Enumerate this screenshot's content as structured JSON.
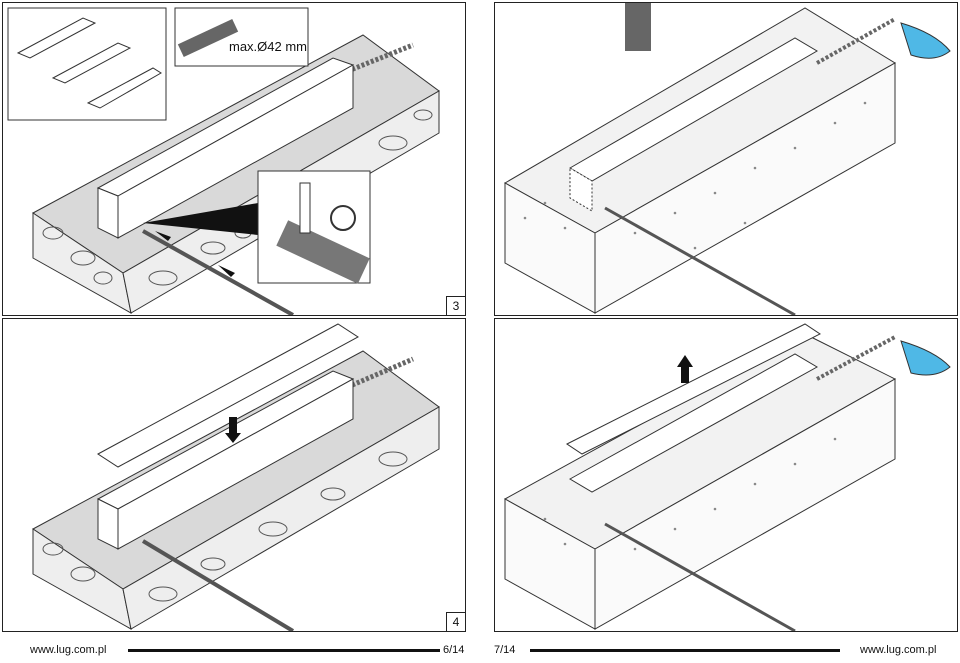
{
  "callout": {
    "text": "max.Ø42 mm"
  },
  "steps": [
    {
      "number": "3"
    },
    {
      "number": "4"
    }
  ],
  "footer_left": {
    "url": "www.lug.com.pl",
    "page": "6/14"
  },
  "footer_right": {
    "page": "7/14",
    "url": "www.lug.com.pl"
  },
  "colors": {
    "water": "#4fb8e6",
    "concrete": "#d6d6d6",
    "frame": "#222222"
  },
  "icons": [
    "arrow-up-icon",
    "arrow-down-icon",
    "arrow-left-icon",
    "cable-tie-icon",
    "water-puddle-icon"
  ]
}
